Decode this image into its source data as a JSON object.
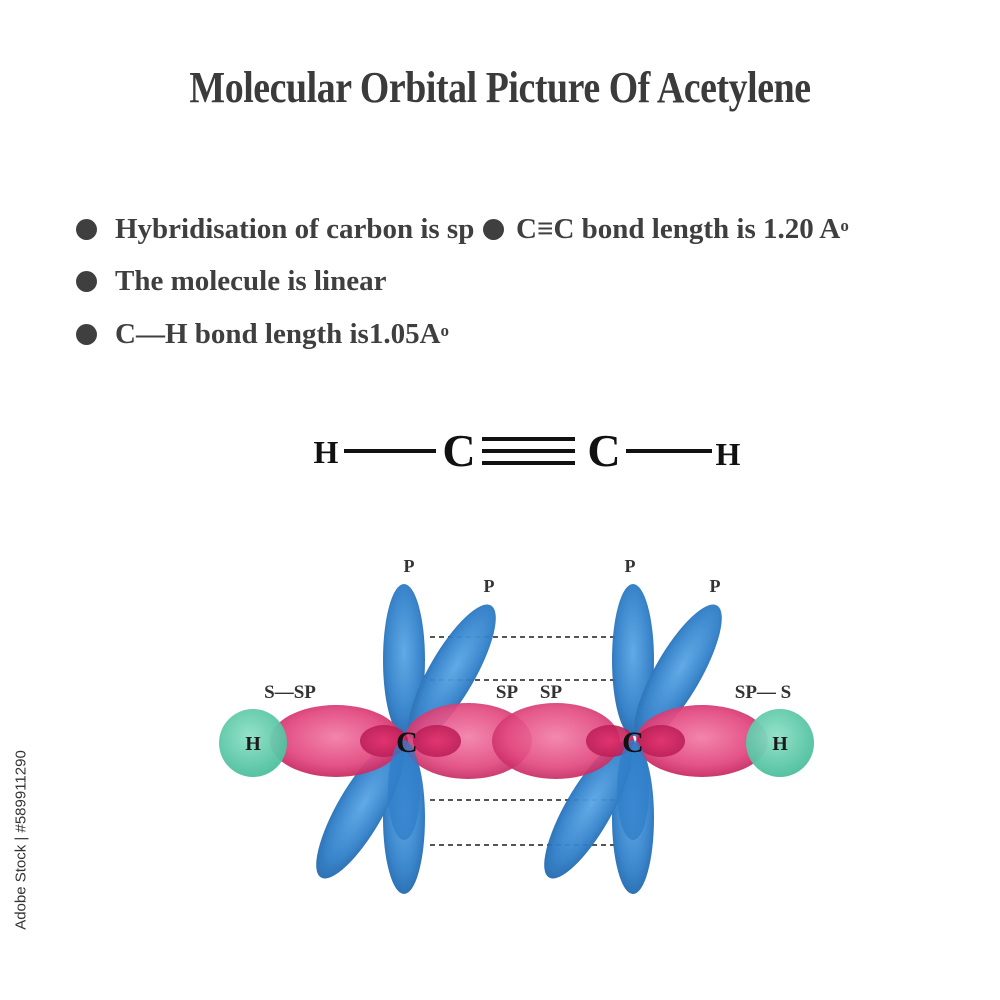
{
  "title": "Molecular Orbital Picture Of  Acetylene",
  "facts": {
    "hybridisation": "Hybridisation of  carbon is sp",
    "linear": "The molecule is linear",
    "ch_bond": {
      "text": "C—H bond length is1.05A",
      "unit_sup": "o"
    },
    "cc_bond": {
      "text": "C≡C bond length is 1.20 A",
      "unit_sup": "o"
    }
  },
  "structure": {
    "h_left": "H",
    "c_left": "C",
    "c_right": "C",
    "h_right": "H"
  },
  "orbital_diagram": {
    "left_label": "S—SP",
    "right_label": "SP— S",
    "sp_left": "SP",
    "sp_right": "SP",
    "p_label": "P",
    "carbon": "C",
    "hydrogen": "H",
    "colors": {
      "p_orbital": "#2f7ec8",
      "sp_orbital": "#e0457d",
      "s_orbital": "#55c9a6"
    }
  },
  "stock_id": "Adobe Stock | #589911290"
}
